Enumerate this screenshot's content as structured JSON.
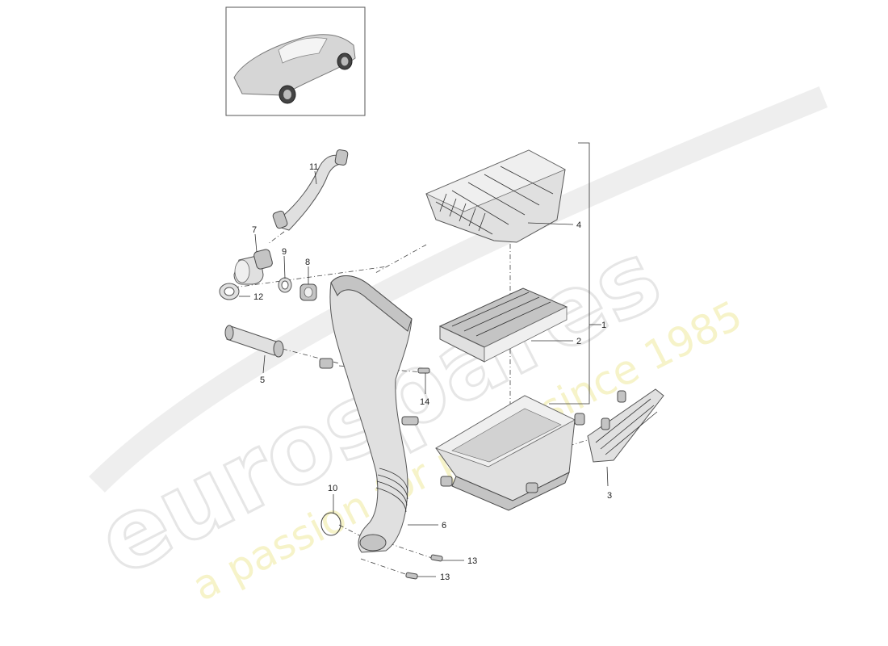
{
  "watermark": {
    "brand": "eurospares",
    "tagline": "a passion for parts since 1985"
  },
  "callouts": [
    {
      "id": "c1",
      "text": "1"
    },
    {
      "id": "c2",
      "text": "2"
    },
    {
      "id": "c3",
      "text": "3"
    },
    {
      "id": "c4",
      "text": "4"
    },
    {
      "id": "c5",
      "text": "5"
    },
    {
      "id": "c6",
      "text": "6"
    },
    {
      "id": "c7",
      "text": "7"
    },
    {
      "id": "c8",
      "text": "8"
    },
    {
      "id": "c9",
      "text": "9"
    },
    {
      "id": "c10",
      "text": "10"
    },
    {
      "id": "c11",
      "text": "11"
    },
    {
      "id": "c12",
      "text": "12"
    },
    {
      "id": "c13a",
      "text": "13"
    },
    {
      "id": "c13b",
      "text": "13"
    },
    {
      "id": "c14",
      "text": "14"
    }
  ]
}
